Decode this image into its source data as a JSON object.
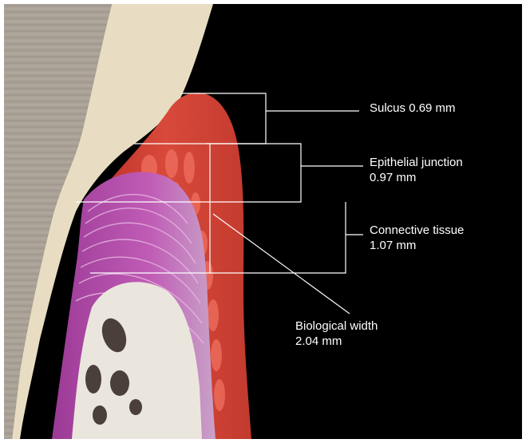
{
  "labels": {
    "sulcus": {
      "name": "Sulcus 0.69 mm"
    },
    "epithelial_junction": {
      "name": "Epithelial junction",
      "value": "0.97 mm"
    },
    "connective_tissue": {
      "name": "Connective tissue",
      "value": "1.07 mm"
    },
    "biological_width": {
      "name": "Biological width",
      "value": "2.04 mm"
    }
  },
  "colors": {
    "background": "#000000",
    "enamel": "#e7dcc0",
    "tooth_root": "#a9a198",
    "gingiva_red": "#c8352b",
    "connective_tissue_purple": "#b34aa8",
    "bone": "#e9e4dc",
    "leader_lines": "#ffffff"
  }
}
